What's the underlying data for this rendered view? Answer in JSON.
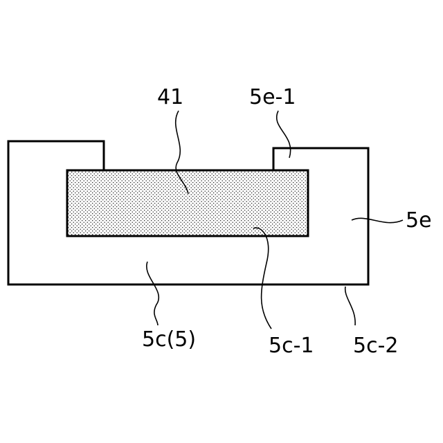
{
  "figure": {
    "labels": {
      "component": "41",
      "step_top": "5e-1",
      "side_portion": "5e",
      "base": "5c(5)",
      "recess_surface": "5c-1",
      "bottom_surface": "5c-2"
    }
  }
}
